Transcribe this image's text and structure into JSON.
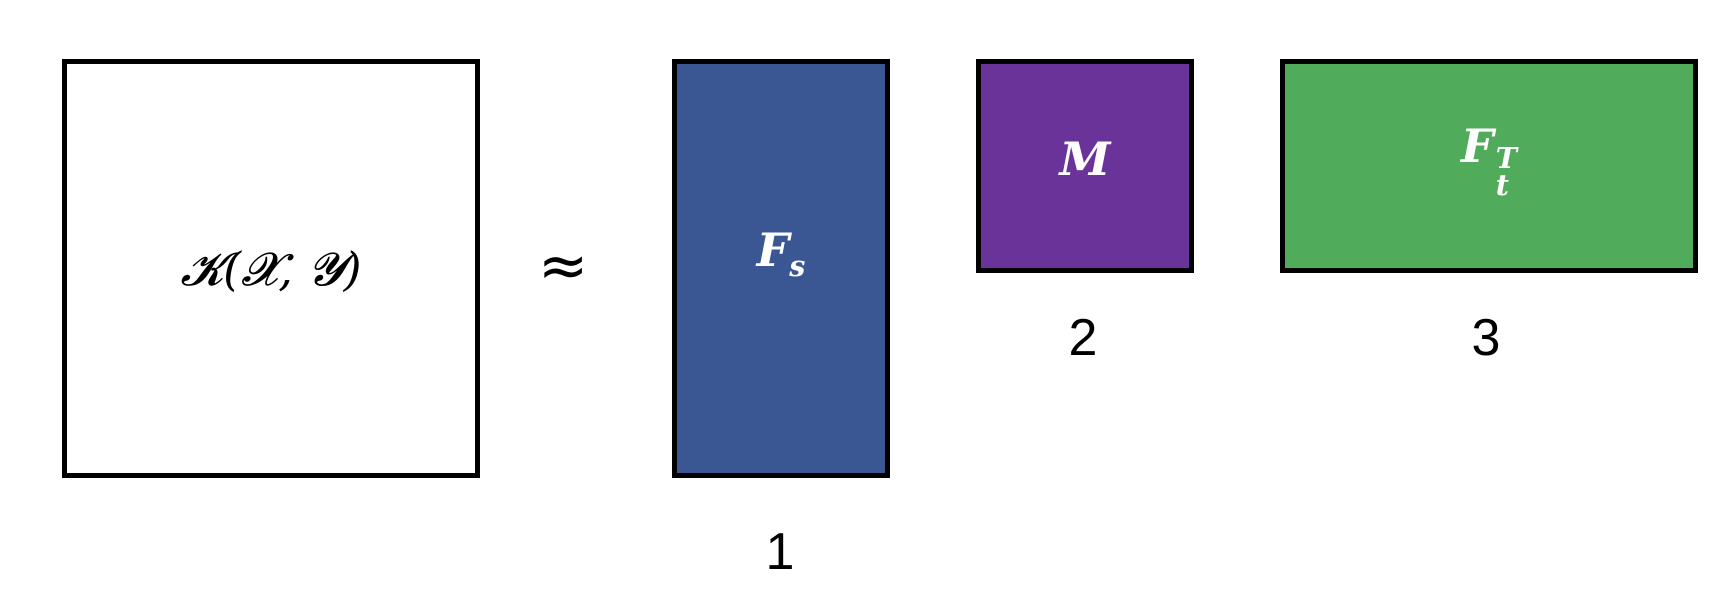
{
  "diagram": {
    "kernel": {
      "label": "𝓚(𝓧, 𝓨)",
      "color": "#ffffff"
    },
    "approx_symbol": "≈",
    "factors": [
      {
        "base": "F",
        "subscript": "s",
        "superscript": "",
        "color": "#3a5794",
        "index_label": "1"
      },
      {
        "base": "M",
        "subscript": "",
        "superscript": "",
        "color": "#6a3399",
        "index_label": "2"
      },
      {
        "base": "F",
        "subscript": "t",
        "superscript": "T",
        "color": "#50ab5a",
        "index_label": "3"
      }
    ]
  }
}
